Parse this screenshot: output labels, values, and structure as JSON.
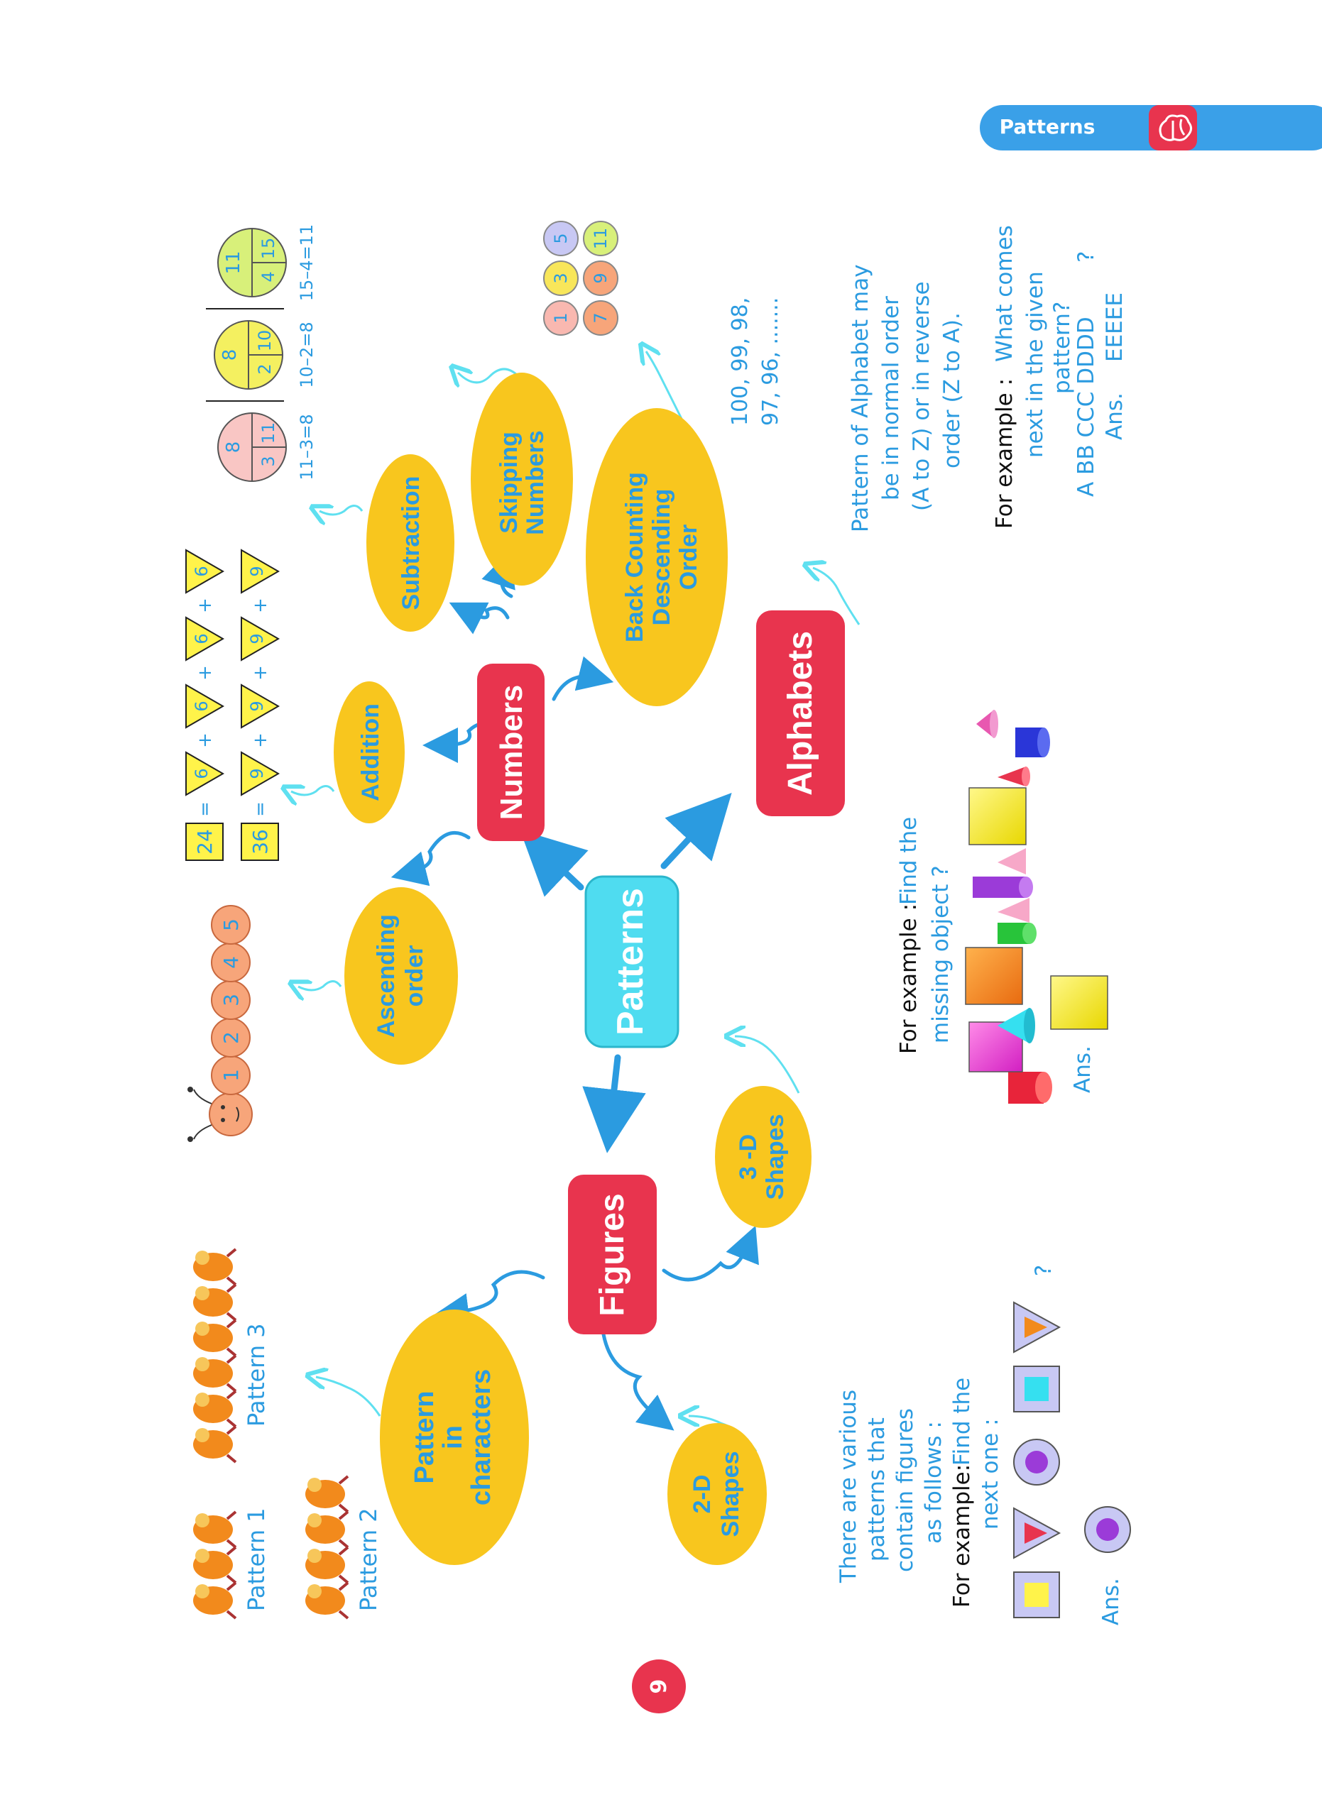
{
  "header": {
    "tab_label": "Patterns"
  },
  "page_number": "9",
  "colors": {
    "accent_blue": "#2b9be0",
    "tab_blue": "#3aa0e8",
    "node_yellow": "#f8c61e",
    "node_red": "#e8344e",
    "node_cyan": "#4fdcf0",
    "text_blue": "#2b9be0"
  },
  "center": {
    "label": "Patterns"
  },
  "branches": {
    "numbers": "Numbers",
    "figures": "Figures",
    "alphabets": "Alphabets"
  },
  "numbers_children": {
    "ascending": "Ascending order",
    "addition": "Addition",
    "subtraction": "Subtraction",
    "skipping": "Skipping Numbers",
    "back_counting": "Back Counting Descending Order"
  },
  "figures_children": {
    "characters": "Pattern in characters",
    "shapes_2d": "2-D Shapes",
    "shapes_3d": "3-D Shapes"
  },
  "ascending_example": [
    "1",
    "2",
    "3",
    "4",
    "5"
  ],
  "addition_example": {
    "row1": {
      "total": "24",
      "terms": [
        "6",
        "6",
        "6",
        "6"
      ],
      "ops": [
        "=",
        "+",
        "+",
        "+"
      ]
    },
    "row2": {
      "total": "36",
      "terms": [
        "9",
        "9",
        "9",
        "9"
      ],
      "ops": [
        "=",
        "+",
        "+",
        "+"
      ]
    }
  },
  "subtraction_example": [
    {
      "top": "8",
      "left": "3",
      "right": "11",
      "caption": "11–3=8"
    },
    {
      "top": "8",
      "left": "2",
      "right": "10",
      "caption": "10–2=8"
    },
    {
      "top": "11",
      "left": "4",
      "right": "15",
      "caption": "15–4=11"
    }
  ],
  "skipping_example": [
    "1",
    "3",
    "5",
    "7",
    "9",
    "11"
  ],
  "back_counting_example": {
    "line1": "100, 99, 98,",
    "line2": "97, 96, ......."
  },
  "alphabet_text": {
    "line1": "Pattern of Alphabet may",
    "line2": "be in normal order",
    "line3": "(A to Z) or in reverse",
    "line4": "order (Z to A).",
    "example_prefix": "For example :",
    "example_q1": "What comes",
    "example_q2": "next in the given",
    "example_q3": "pattern?",
    "sequence": "A BB CCC DDDD",
    "question": "?",
    "ans_label": "Ans.",
    "answer": "EEEEE"
  },
  "character_patterns": {
    "p1": "Pattern 1",
    "p2": "Pattern 2",
    "p3": "Pattern 3"
  },
  "shapes_2d_text": {
    "line1": "There are various",
    "line2": "patterns that",
    "line3": "contain figures",
    "line4": "as follows :",
    "example_prefix": "For example:",
    "example_q1": "Find the",
    "example_q2": "next one :",
    "question": "?",
    "ans_label": "Ans."
  },
  "shapes_3d_text": {
    "example_prefix": "For example :",
    "example_q1": "Find the",
    "example_q2": "missing object ?",
    "question": "?",
    "ans_label": "Ans."
  }
}
